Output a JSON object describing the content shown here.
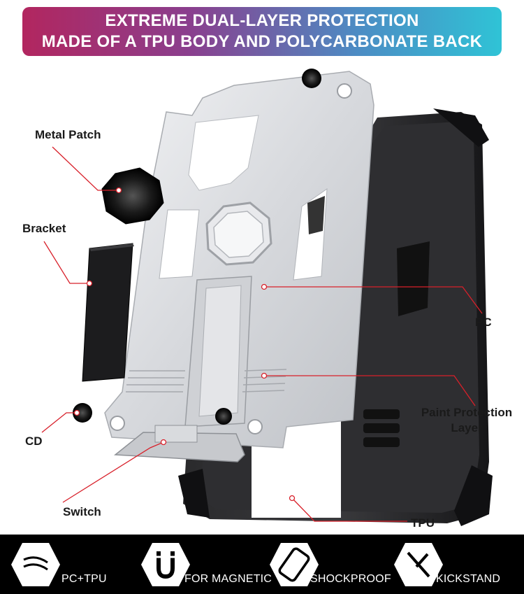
{
  "banner": {
    "line1": "EXTREME DUAL-LAYER PROTECTION",
    "line2": "MADE OF A TPU BODY AND POLYCARBONATE BACK"
  },
  "callouts": {
    "metal_patch": "Metal Patch",
    "bracket": "Bracket",
    "cd": "CD",
    "switch": "Switch",
    "pc": "PC",
    "paint_line1": "Paint Protection",
    "paint_line2": "Layer",
    "tpu": "TPU"
  },
  "features": [
    {
      "label": "PC+TPU",
      "icon": "layers-icon"
    },
    {
      "label": "FOR MAGNETIC",
      "icon": "magnet-icon"
    },
    {
      "label": "SHOCKPROOF",
      "icon": "phone-shock-icon"
    },
    {
      "label": "KICKSTAND",
      "icon": "kickstand-icon"
    }
  ],
  "colors": {
    "banner_start": "#b2265f",
    "banner_end": "#2fc3d6",
    "leader_line": "#d8202a",
    "footer_bg": "#000000",
    "pc_shell": "#dcdde0",
    "tpu_body": "#1b1b1d"
  }
}
